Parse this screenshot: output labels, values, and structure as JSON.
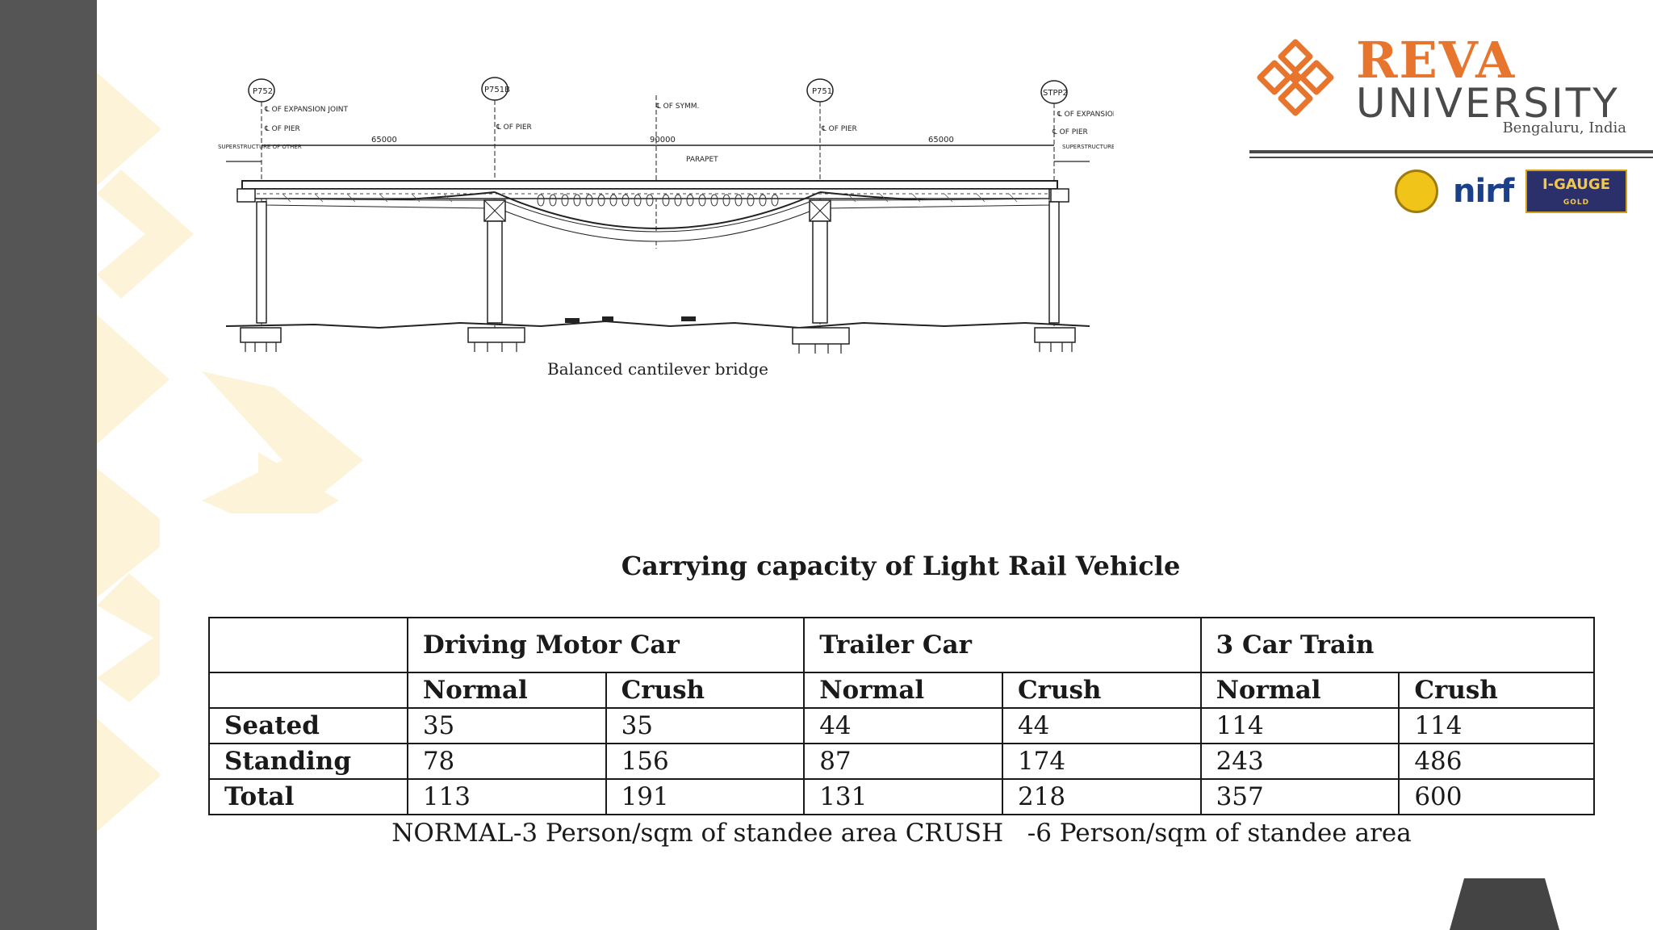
{
  "logo": {
    "name_line1": "REVA",
    "name_line2": "UNIVERSITY",
    "location": "Bengaluru, India",
    "accreditations": {
      "nirf": "nirf",
      "igauge": "I-GAUGE",
      "igauge_tier": "GOLD"
    }
  },
  "figure": {
    "caption": "Balanced cantilever bridge",
    "pier_labels": [
      "P752",
      "P751B",
      "P751",
      "STPP2"
    ],
    "annotations": [
      "℄ OF EXPANSION JOINT",
      "℄ OF PIER",
      "℄ OF PIER",
      "℄ OF SYMM.",
      "℄ OF PIER",
      "℄ OF EXPANSION JO",
      "℄ OF PIER",
      "PARAPET",
      "SUPERSTRUCTURE OF OTHER",
      "SUPERSTRUCTURE OF OTHER"
    ],
    "dimensions": [
      "65000",
      "90000",
      "65000"
    ]
  },
  "table": {
    "title": "Carrying capacity of Light Rail Vehicle",
    "groups": [
      "Driving Motor Car",
      "Trailer Car",
      "3 Car Train"
    ],
    "subheaders": [
      "Normal",
      "Crush",
      "Normal",
      "Crush",
      "Normal",
      "Crush"
    ],
    "rows": [
      {
        "label": "Seated",
        "values": [
          "35",
          "35",
          "44",
          "44",
          "114",
          "114"
        ]
      },
      {
        "label": "Standing",
        "values": [
          "78",
          "156",
          "87",
          "174",
          "243",
          "486"
        ]
      },
      {
        "label": "Total",
        "values": [
          "113",
          "191",
          "131",
          "218",
          "357",
          "600"
        ]
      }
    ],
    "note": "NORMAL-3 Person/sqm of standee area CRUSH   -6 Person/sqm of standee area"
  },
  "colors": {
    "brand_orange": "#e8752d",
    "brand_grey": "#4a4a4a",
    "side_bar": "#555555",
    "pattern": "#fdf3d8"
  }
}
